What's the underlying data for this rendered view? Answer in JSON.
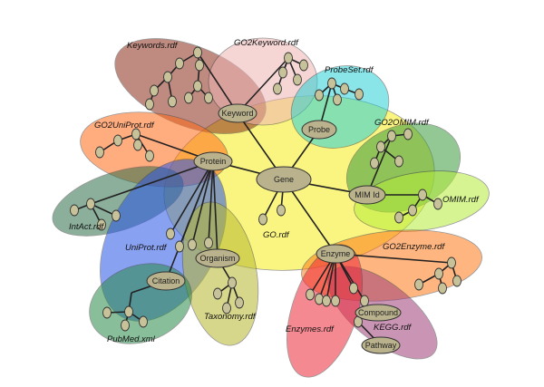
{
  "regions": [
    {
      "id": "keywords",
      "label": "Keywords.rdf",
      "color": "#8b2d1a"
    },
    {
      "id": "go2keyword",
      "label": "GO2Keyword.rdf",
      "color": "#f0b4b4"
    },
    {
      "id": "probeset",
      "label": "ProbeSet.rdf",
      "color": "#2ad0d6"
    },
    {
      "id": "go2omim",
      "label": "GO2OMIM.rdf",
      "color": "#3c9a3c"
    },
    {
      "id": "omim",
      "label": "OMIM.rdf",
      "color": "#b6ee3a"
    },
    {
      "id": "go2enzyme",
      "label": "GO2Enzyme.rdf",
      "color": "#ff7a18"
    },
    {
      "id": "kegg",
      "label": "KEGG.rdf",
      "color": "#a0407a"
    },
    {
      "id": "enzymes",
      "label": "Enzymes.rdf",
      "color": "#ee2a3a"
    },
    {
      "id": "go",
      "label": "GO.rdf",
      "color": "#f5ee1a"
    },
    {
      "id": "go2uniprot",
      "label": "GO2UniProt.rdf",
      "color": "#ff6a18"
    },
    {
      "id": "intact",
      "label": "IntAct.rdf",
      "color": "#2e6e4a"
    },
    {
      "id": "uniprot",
      "label": "UniProt.rdf",
      "color": "#2a55e6"
    },
    {
      "id": "taxonomy",
      "label": "Taxonomy.rdf",
      "color": "#b8b830"
    },
    {
      "id": "pubmed",
      "label": "PubMed.xml",
      "color": "#2a8a4a"
    }
  ],
  "hubs": {
    "gene": "Gene",
    "keyword": "Keyword",
    "probe": "Probe",
    "protein": "Protein",
    "mimid": "MIM Id",
    "enzyme": "Enzyme",
    "organism": "Organism",
    "citation": "Citation",
    "compound": "Compound",
    "pathway": "Pathway"
  }
}
